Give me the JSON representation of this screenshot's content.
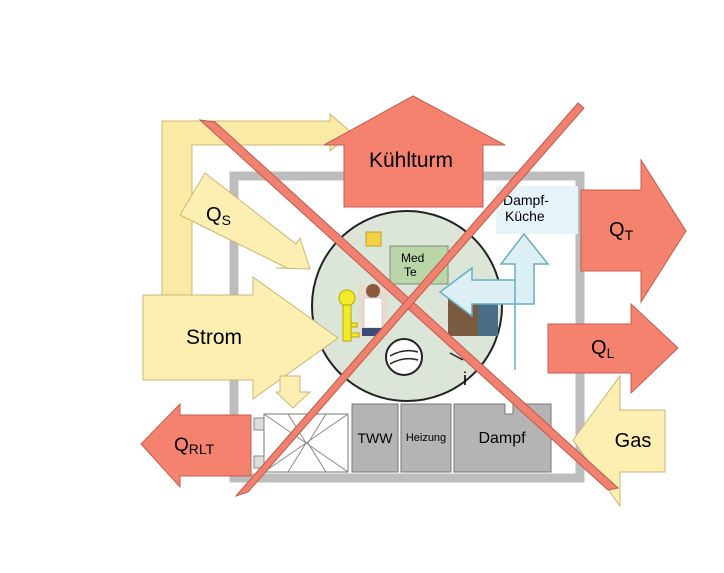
{
  "labels": {
    "kuehlturm": "Kühlturm",
    "qs_main": "Q",
    "qs_sub": "S",
    "qt_main": "Q",
    "qt_sub": "T",
    "ql_main": "Q",
    "ql_sub": "L",
    "qrlt_main": "Q",
    "qrlt_sub": "RLT",
    "strom": "Strom",
    "gas": "Gas",
    "dampf_kueche_1": "Dampf-",
    "dampf_kueche_2": "Küche",
    "med_tech_1": "Med",
    "med_tech_2": "Te",
    "i_marker": "i",
    "tww": "TWW",
    "heizung": "Heizung",
    "dampf": "Dampf"
  },
  "colors": {
    "salmon": "#f4826e",
    "yellow_light": "#faeaa6",
    "yellow_fill": "#fdeeb2",
    "light_blue": "#dbeff4",
    "gray_block": "#b4b4b4",
    "frame": "#bdbdbd",
    "circle_fill": "#dbe6d8",
    "cross": "#f08070"
  }
}
